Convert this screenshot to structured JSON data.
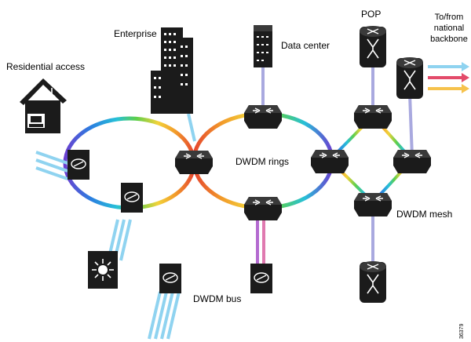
{
  "labels": {
    "residential_access": "Residential access",
    "enterprise": "Enterprise",
    "data_center": "Data center",
    "pop": "POP",
    "to_from": "To/from",
    "national": "national",
    "backbone": "backbone",
    "dwdm_rings": "DWDM rings",
    "dwdm_mesh": "DWDM mesh",
    "dwdm_bus": "DWDM bus",
    "figure_code": "36379"
  },
  "colors": {
    "fiber_light_blue": "#8fd3f0",
    "router_dark": "#1b1b1b",
    "link_lavender": "#a9a9df",
    "arrow_blue": "#8fd3f0",
    "arrow_red": "#e34b6a",
    "arrow_yellow": "#f6c24c"
  },
  "icons": {
    "house": "house-icon",
    "enterprise_building": "office-building-icon",
    "data_center_tower": "server-tower-icon",
    "pop_router": "core-router-icon",
    "backbone_router": "core-router-icon",
    "dwdm_node": "dwdm-router-icon",
    "access_mux": "optical-mux-icon",
    "star_switch": "switch-icon"
  }
}
